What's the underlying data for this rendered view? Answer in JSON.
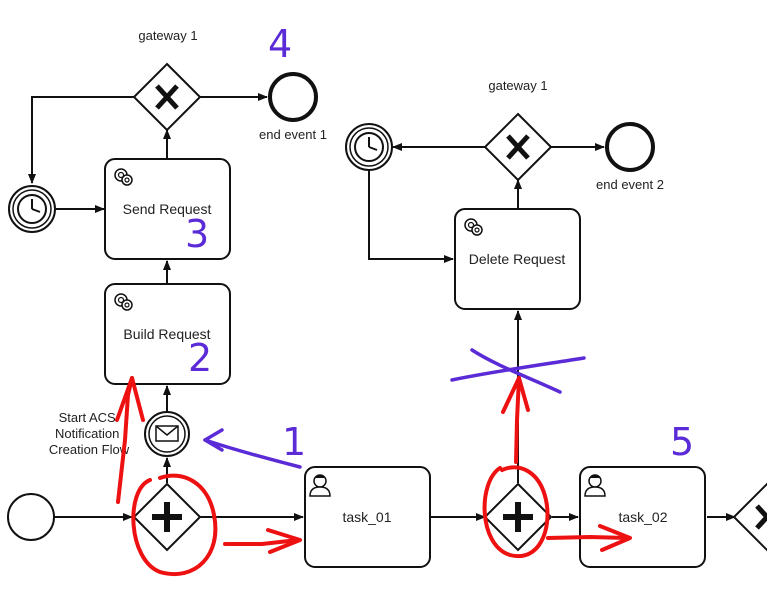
{
  "labels": {
    "gateway_left": "gateway 1",
    "gateway_right": "gateway 1",
    "end_event_1": "end event 1",
    "end_event_2": "end event 2",
    "start_acs": [
      "Start ACS",
      "Notification",
      "Creation Flow"
    ]
  },
  "tasks": {
    "send_request": "Send Request",
    "build_request": "Build Request",
    "delete_request": "Delete Request",
    "task_01": "task_01",
    "task_02": "task_02"
  },
  "annotations": {
    "one": "1",
    "two": "2",
    "three": "3",
    "four": "4",
    "five": "5"
  }
}
